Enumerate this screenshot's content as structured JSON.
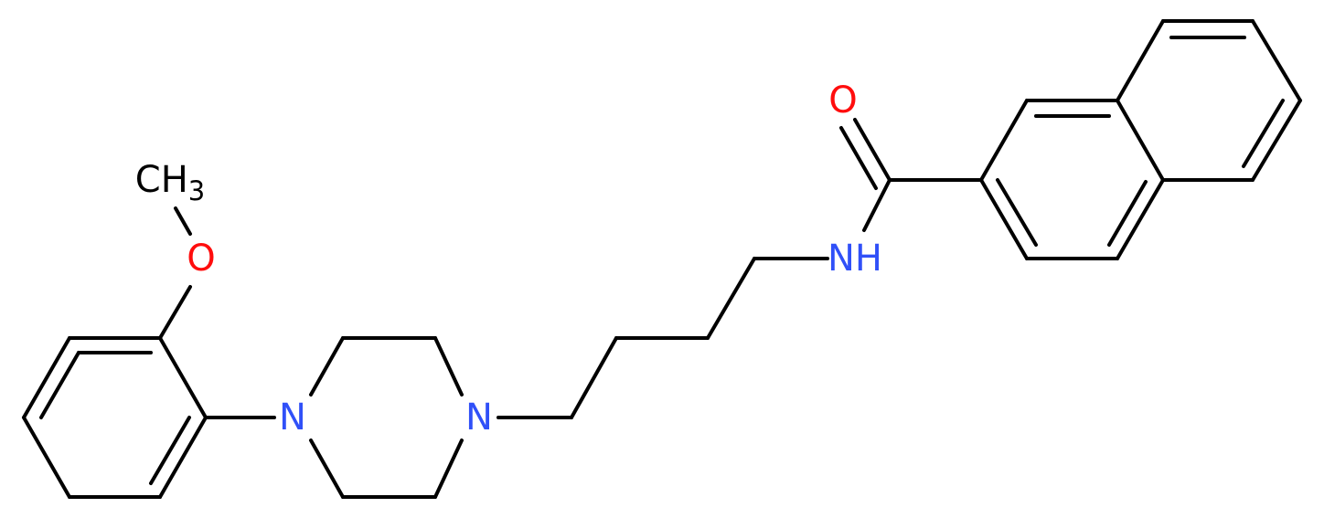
{
  "molecule": {
    "atoms": {
      "O_carbonyl": "O",
      "NH_amide": "NH",
      "N_piperazine_left": "N",
      "N_piperazine_right": "N",
      "O_methoxy": "O",
      "CH3_letters": "CH",
      "CH3_subscript": "3"
    }
  },
  "colors": {
    "bond": "#000000",
    "carbon_label": "#000000",
    "oxygen": "#ff0d0d",
    "nitrogen": "#3050f8"
  }
}
